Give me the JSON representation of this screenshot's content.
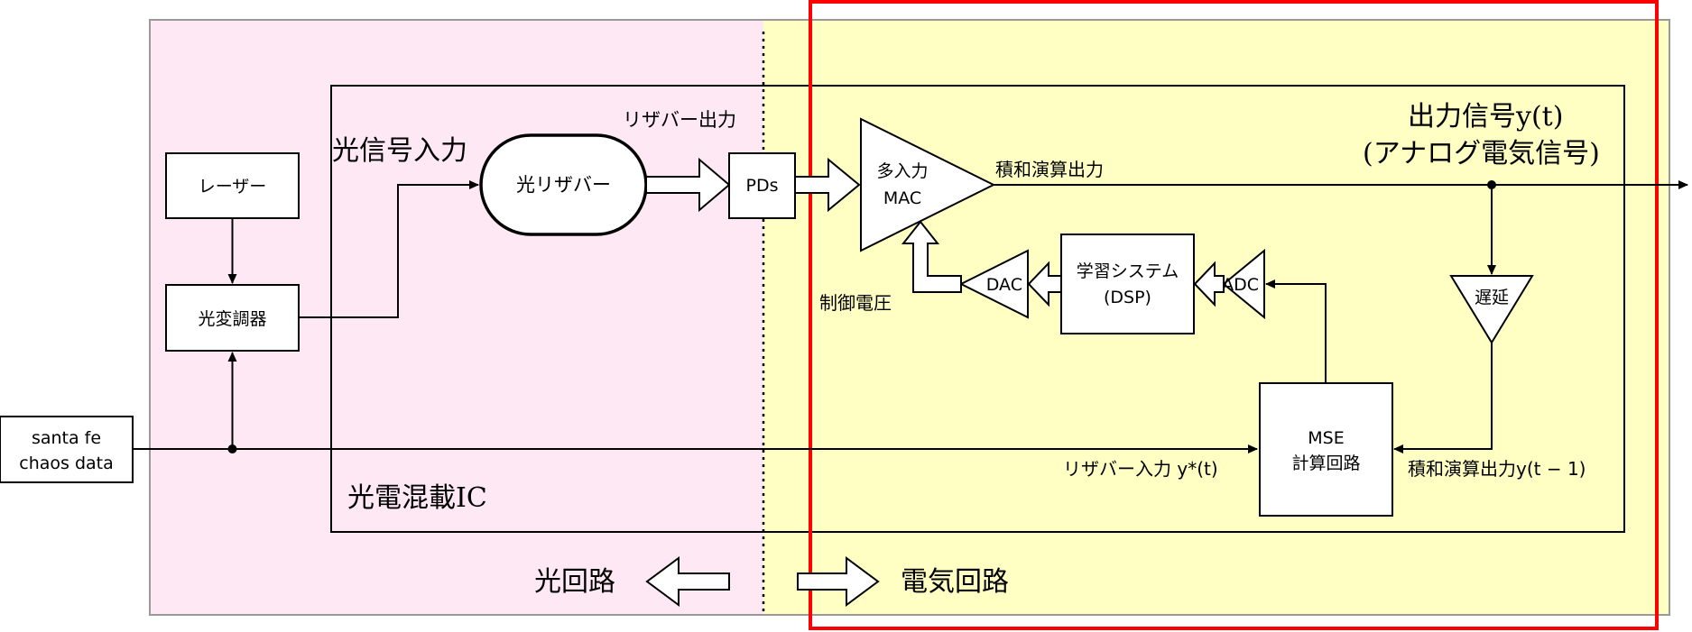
{
  "labels": {
    "laser": "レーザー",
    "modulator": "光変調器",
    "reservoir": "光リザバー",
    "pds": "PDs",
    "mac_line1": "多入力",
    "mac_line2": "MAC",
    "dsp_line1": "学習システム",
    "dsp_line2": "(DSP)",
    "dac": "DAC",
    "adc": "ADC",
    "delay": "遅延",
    "mse_line1": "MSE",
    "mse_line2": "計算回路",
    "input_src_line1": "santa fe",
    "input_src_line2": "chaos data",
    "optical_input": "光信号入力",
    "reservoir_output": "リザバー出力",
    "mac_output": "積和演算出力",
    "output_line1": "出力信号y(t)",
    "output_line2": "(アナログ電気信号)",
    "control_voltage": "制御電圧",
    "reservoir_input": "リザバー入力 y*(t)",
    "mac_output_delayed": "積和演算出力y(t − 1)",
    "ic_label": "光電混載IC",
    "optical_circuit": "光回路",
    "electrical_circuit": "電気回路"
  },
  "colors": {
    "optical_region": "#fde8f3",
    "electrical_region": "#ffffc4",
    "highlight": "#ff0000",
    "stroke": "#000000",
    "outer_border": "#999999"
  }
}
